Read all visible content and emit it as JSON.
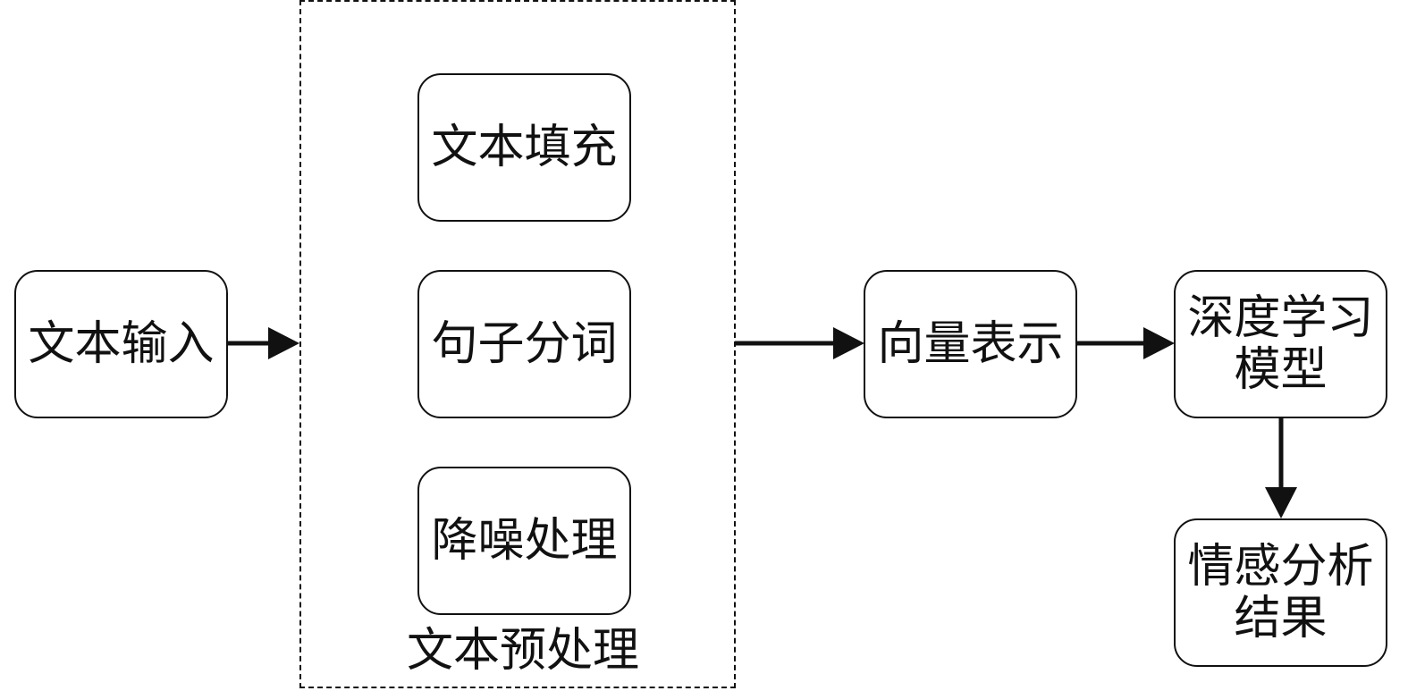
{
  "nodes": {
    "text_input": "文本输入",
    "text_fill": "文本填充",
    "sentence_segment": "句子分词",
    "denoise": "降噪处理",
    "vector_repr": "向量表示",
    "deep_learning_line1": "深度学习",
    "deep_learning_line2": "模型",
    "result_line1": "情感分析",
    "result_line2": "结果"
  },
  "groups": {
    "preprocess_label": "文本预处理"
  },
  "edges": [
    {
      "from": "text_input",
      "to": "preprocess"
    },
    {
      "from": "preprocess",
      "to": "vector_repr"
    },
    {
      "from": "vector_repr",
      "to": "deep_learning"
    },
    {
      "from": "deep_learning",
      "to": "result"
    }
  ]
}
